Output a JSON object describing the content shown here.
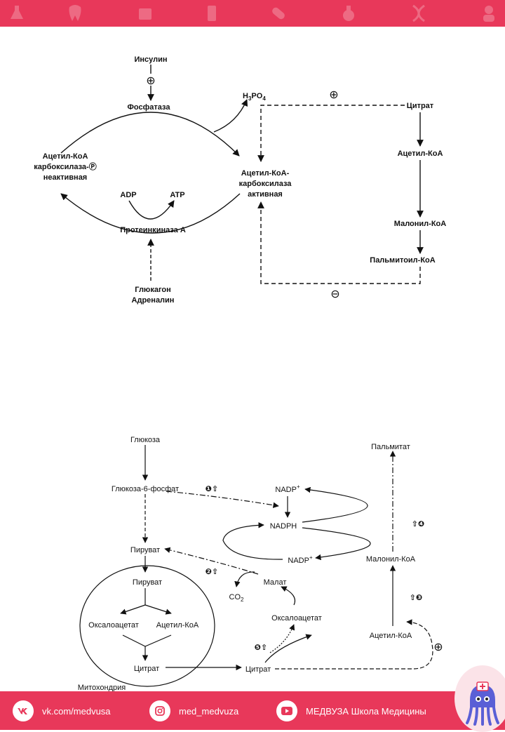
{
  "header": {
    "decor_icons": [
      "flask-icon",
      "tooth-icon",
      "medkit-icon",
      "bottle-icon",
      "pill-icon",
      "flask-icon",
      "dna-icon",
      "doctor-icon"
    ]
  },
  "scheme1": {
    "insulin": "Инсулин",
    "plus_sym": "⊕",
    "minus_sym": "⊖",
    "phosphatase": "Фосфатаза",
    "h3po4": {
      "main": "H",
      "sub1": "3",
      "mid": "PO",
      "sub2": "4"
    },
    "citrate": "Цитрат",
    "acetylcoa": "Ацетил-КоА",
    "inactive": [
      "Ацетил-КоА",
      "карбоксилаза-Ⓟ",
      "неактивная"
    ],
    "active": [
      "Ацетил-КоА-",
      "карбоксилаза",
      "активная"
    ],
    "adp": "ADP",
    "atp": "ATP",
    "proteinkinase": "Протеинкиназа А",
    "glucagon": [
      "Глюкагон",
      "Адреналин"
    ],
    "malonylcoa": "Малонил-КоА",
    "palmitoylcoa": "Пальмитоил-КоА"
  },
  "scheme2": {
    "glucose": "Глюкоза",
    "g6p": "Глюкоза-6-фосфат",
    "pyruvate": "Пируват",
    "pyruvate_in": "Пируват",
    "oxaloacetate_in": "Оксалоацетат",
    "acetylcoa_in": "Ацетил-КоА",
    "citrate_in": "Цитрат",
    "mitochondria": "Митохондрия",
    "citrate_out": "Цитрат",
    "oxaloacetate_out": "Оксалоацетат",
    "malate": "Малат",
    "co2": {
      "main": "CO",
      "sub": "2"
    },
    "acetylcoa_out": "Ацетил-КоА",
    "malonylcoa": "Малонил-КоА",
    "palmitate": "Пальмитат",
    "nadp_top": {
      "main": "NADP",
      "sup": "+"
    },
    "nadph": "NADPH",
    "nadp_bottom": {
      "main": "NADP",
      "sup": "+"
    },
    "marks": [
      "❶⇧",
      "❷⇧",
      "⇧❸",
      "⇧❹",
      "❺⇧"
    ],
    "plus_sym": "⊕"
  },
  "footer": {
    "vk": "vk.com/medvusa",
    "instagram": "med_medvuza",
    "youtube": "МЕДВУЗА Школа Медицины"
  }
}
